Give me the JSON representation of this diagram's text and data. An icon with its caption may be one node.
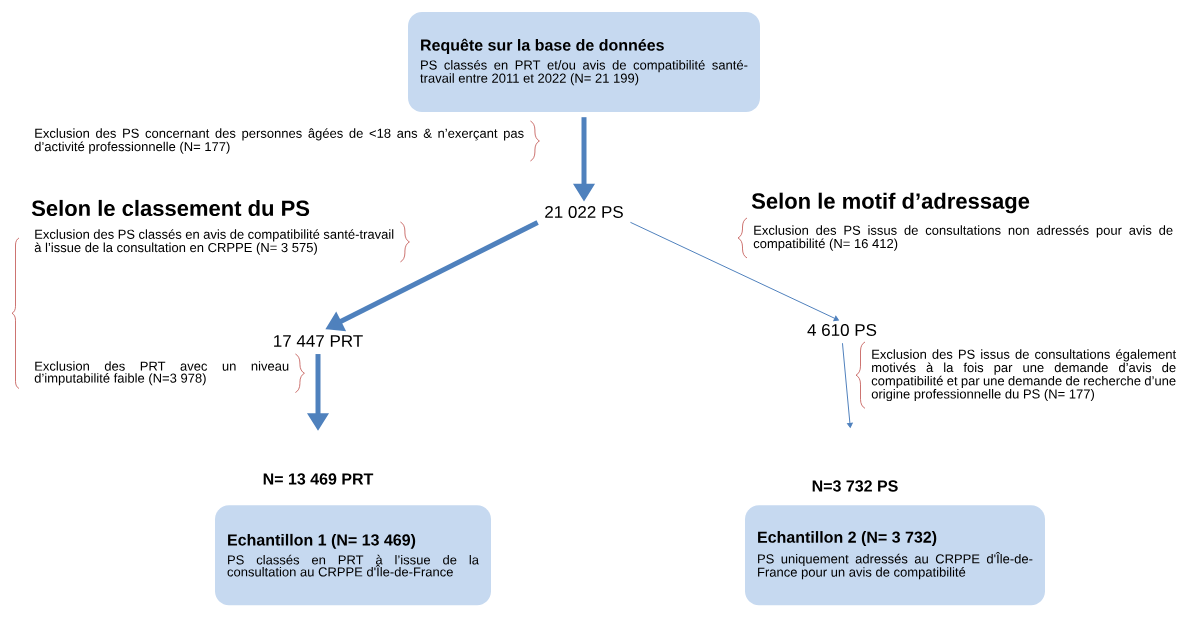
{
  "diagram": {
    "nodes": [
      {
        "text": [
          "Requête sur la base de données",
          "PS classés en PRT et/ou avis de compatibilité santé-travail entre 2011 et 2022 (N= 21 199)"
        ]
      },
      {
        "text": [
          "21 022 PS"
        ]
      },
      {
        "text": [
          "17 447 PRT"
        ]
      },
      {
        "text": [
          "4 610 PS"
        ]
      },
      {
        "text": [
          "N= 13 469 PRT"
        ]
      },
      {
        "text": [
          "N=3 732 PS"
        ]
      },
      {
        "text": [
          "Echantillon 1 (N= 13 469)",
          "PS classés en PRT à l’issue de la consultation au CRPPE d'Île-de-France"
        ]
      },
      {
        "text": [
          "Echantillon 2 (N= 3 732)",
          "PS uniquement adressés au CRPPE d'Île-de-France pour un avis de compatibilité"
        ]
      }
    ],
    "edges": [
      {
        "from": 0,
        "to": 1,
        "arrow": "to"
      },
      {
        "from": 1,
        "to": 2,
        "arrow": "to"
      },
      {
        "from": 1,
        "to": 3,
        "arrow": "to"
      },
      {
        "from": 2,
        "to": 4,
        "arrow": "to"
      },
      {
        "from": 3,
        "to": 5,
        "arrow": "to"
      }
    ],
    "labels": [
      "Exclusion des PS concernant des personnes âgées de <18 ans & n’exerçant pas d’activité professionnelle (N= 177)",
      "Selon le classement du PS",
      "Selon le motif d’adressage",
      "Exclusion des PS classés en avis de compatibilité santé-travail à l’issue de la consultation en CRPPE (N= 3 575)",
      "Exclusion des PS issus de consultations non adressés pour avis de compatibilité (N= 16 412)",
      "Exclusion des PRT avec un niveau d’imputabilité faible (N=3 978)",
      "Exclusion des PS issus de consultations également motivés à la fois par une demande d’avis de compatibilité et par une demande de recherche d’une origine professionnelle du PS (N= 177)"
    ]
  }
}
